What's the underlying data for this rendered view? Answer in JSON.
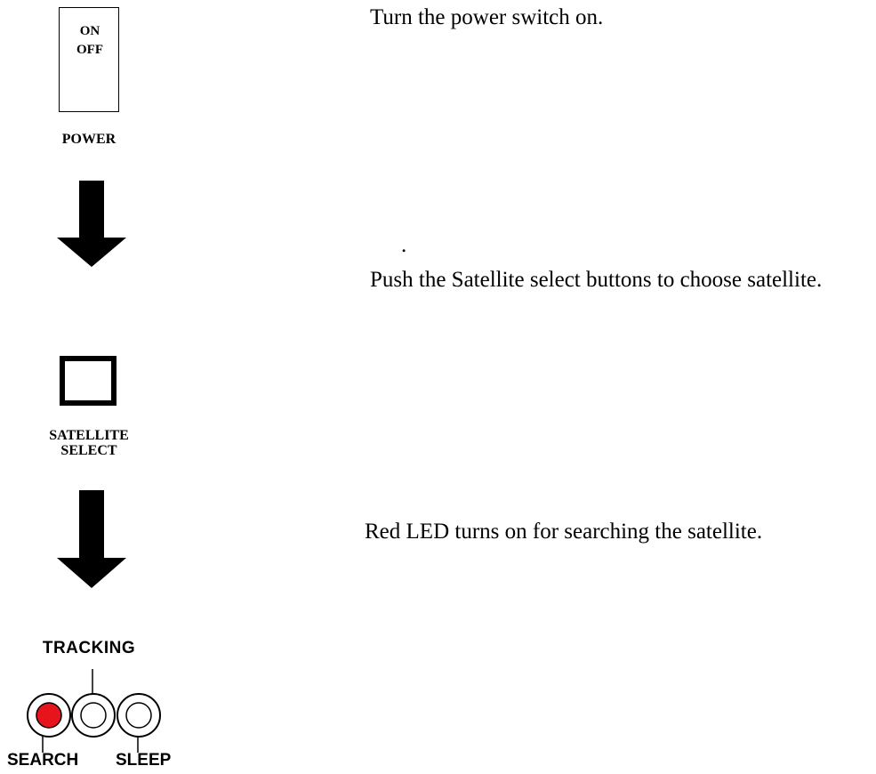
{
  "switch": {
    "on_label": "ON",
    "off_label": "OFF",
    "caption": "POWER"
  },
  "satellite_select": {
    "caption_line1": "SATELLITE",
    "caption_line2": "SELECT"
  },
  "leds": {
    "title": "TRACKING",
    "search_label": "SEARCH",
    "sleep_label": "SLEEP",
    "search_led_color": "#e8141c",
    "search_led_state": "on"
  },
  "steps": {
    "step1": "Turn the power switch on.",
    "separator": ".",
    "step2": "Push the Satellite select buttons to choose satellite.",
    "step3": "Red LED turns on for searching the satellite."
  }
}
